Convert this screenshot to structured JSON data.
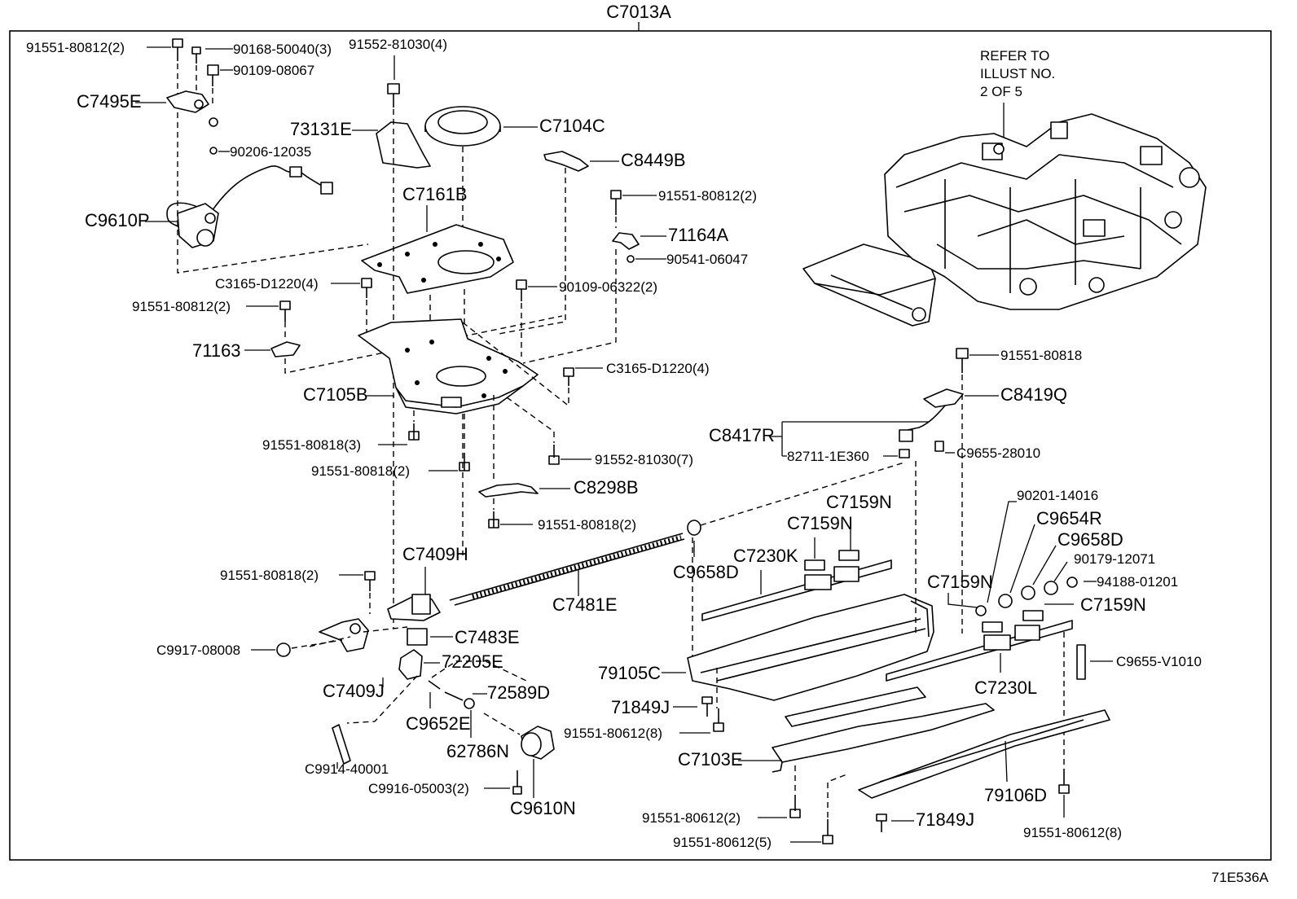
{
  "diagram": {
    "assembly_code": "C7013A",
    "refer_note": [
      "REFER TO",
      "ILLUST NO.",
      "2 OF 5"
    ],
    "figure_code": "71E536A",
    "labels": [
      "91551-80812(2)",
      "90168-50040(3)",
      "91552-81030(4)",
      "90109-08067",
      "C7495E",
      "73131E",
      "C7104C",
      "90206-12035",
      "C8449B",
      "C7161B",
      "C9610P",
      "91551-80812(2)",
      "71164A",
      "90541-06047",
      "C3165-D1220(4)",
      "90109-06322(2)",
      "91551-80812(2)",
      "71163",
      "C3165-D1220(4)",
      "C7105B",
      "91551-80818",
      "C8419Q",
      "C8417R",
      "82711-1E360",
      "C9655-28010",
      "91551-80818(3)",
      "91551-80818(2)",
      "91552-81030(7)",
      "C8298B",
      "91551-80818(2)",
      "C7159N",
      "90201-14016",
      "C7159N",
      "C9654R",
      "C9658D",
      "C9658D",
      "C7230K",
      "C7409H",
      "91551-80818(2)",
      "90179-12071",
      "94188-01201",
      "C7481E",
      "C7159N",
      "C7159N",
      "C7483E",
      "C9917-08008",
      "72205E",
      "C9655-V1010",
      "79105C",
      "C7409J",
      "72589D",
      "C7230L",
      "71849J",
      "C9652E",
      "91551-80612(8)",
      "62786N",
      "C7103E",
      "C9914-40001",
      "C9916-05003(2)",
      "79106D",
      "C9610N",
      "71849J",
      "91551-80612(2)",
      "91551-80612(8)",
      "91551-80612(5)"
    ]
  }
}
